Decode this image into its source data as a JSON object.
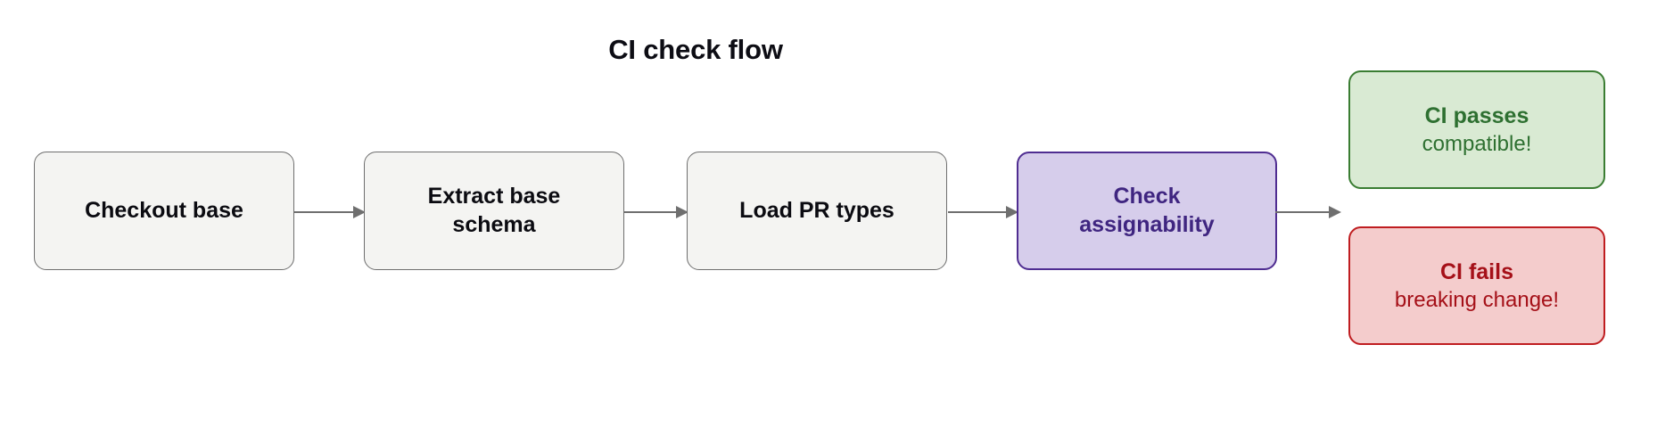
{
  "diagram": {
    "title": "CI check flow",
    "type": "flowchart",
    "orientation": "left-to-right",
    "background_color": "#ffffff",
    "nodes": [
      {
        "id": "checkout-base",
        "label": "Checkout base",
        "role": "process",
        "fill": "#f4f4f2",
        "stroke": "#6e6e6e",
        "text_color": "#0b0b11"
      },
      {
        "id": "extract-schema",
        "label": "Extract base schema",
        "line1": "Extract base",
        "line2": "schema",
        "role": "process",
        "fill": "#f4f4f2",
        "stroke": "#6e6e6e",
        "text_color": "#0b0b11"
      },
      {
        "id": "load-pr-types",
        "label": "Load PR types",
        "role": "process",
        "fill": "#f4f4f2",
        "stroke": "#6e6e6e",
        "text_color": "#0b0b11"
      },
      {
        "id": "check-assignability",
        "label": "Check assignability",
        "line1": "Check",
        "line2": "assignability",
        "role": "decision",
        "fill": "#d6cdeb",
        "stroke": "#4f2d91",
        "text_color": "#3f2580"
      },
      {
        "id": "ci-passes",
        "title": "CI passes",
        "subtitle": "compatible!",
        "role": "outcome-success",
        "fill": "#d9ead3",
        "stroke": "#3a7d32",
        "text_color": "#2e7031"
      },
      {
        "id": "ci-fails",
        "title": "CI fails",
        "subtitle": "breaking change!",
        "role": "outcome-failure",
        "fill": "#f4cccc",
        "stroke": "#bf1d20",
        "text_color": "#a51018"
      }
    ],
    "edges": [
      {
        "id": "edge-1",
        "from": "checkout-base",
        "to": "extract-schema",
        "label": "",
        "color": "#6f6f6f"
      },
      {
        "id": "edge-2",
        "from": "extract-schema",
        "to": "load-pr-types",
        "label": "",
        "color": "#6f6f6f"
      },
      {
        "id": "edge-3",
        "from": "load-pr-types",
        "to": "check-assignability",
        "label": "",
        "color": "#6f6f6f"
      },
      {
        "id": "edge-4",
        "from": "check-assignability",
        "to": "ci-passes",
        "label": "",
        "color": "#6f6f6f"
      }
    ]
  }
}
